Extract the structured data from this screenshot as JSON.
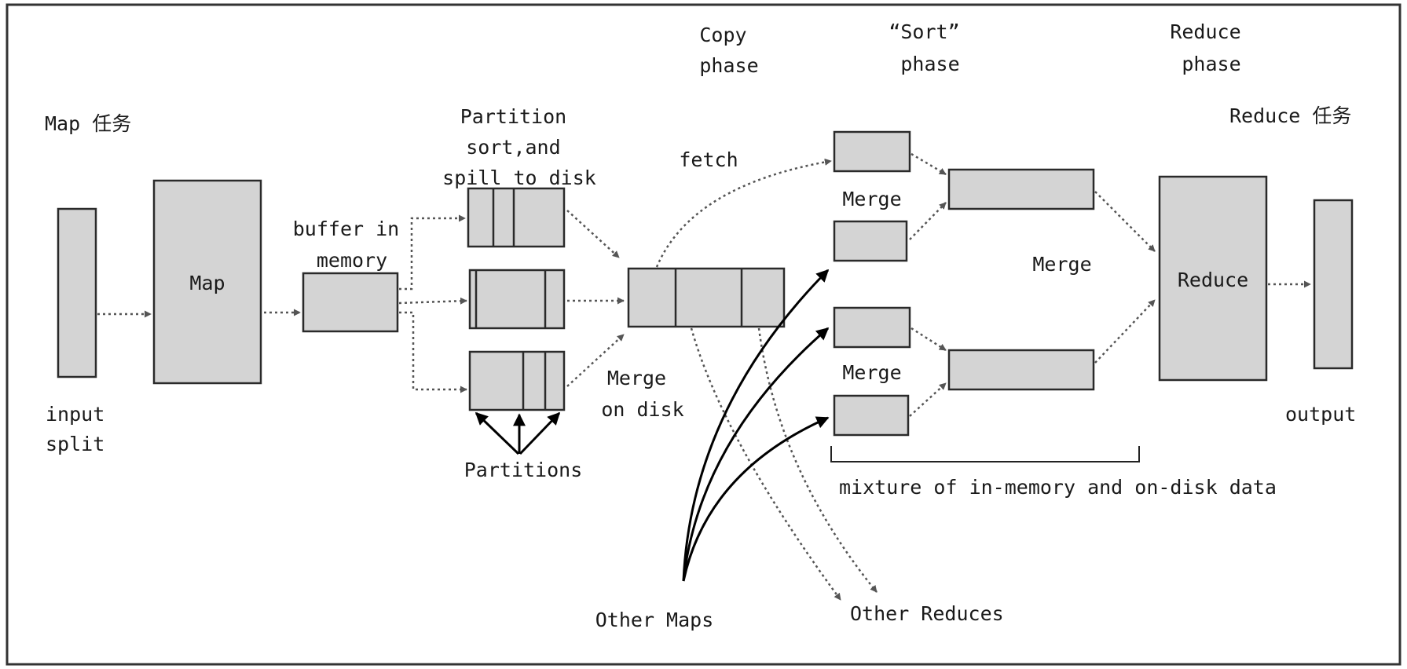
{
  "phases": {
    "copy": [
      "Copy",
      "phase"
    ],
    "sort": [
      "“Sort”",
      "phase"
    ],
    "reduce": [
      "Reduce",
      "phase"
    ]
  },
  "map_task_title": "Map 任务",
  "reduce_task_title": "Reduce 任务",
  "labels": {
    "input_split": [
      "input",
      "split"
    ],
    "map": "Map",
    "buffer": [
      "buffer in",
      "memory"
    ],
    "partition_sort": [
      "Partition",
      "sort,and",
      "spill to disk"
    ],
    "fetch": "fetch",
    "merge_on_disk": [
      "Merge",
      "on disk"
    ],
    "partitions": "Partitions",
    "merge_top": "Merge",
    "merge_bottom": "Merge",
    "merge_middle": "Merge",
    "reduce": "Reduce",
    "output": "output",
    "mixture": "mixture of in-memory and on-disk data",
    "other_maps": "Other Maps",
    "other_reduces": "Other Reduces"
  }
}
